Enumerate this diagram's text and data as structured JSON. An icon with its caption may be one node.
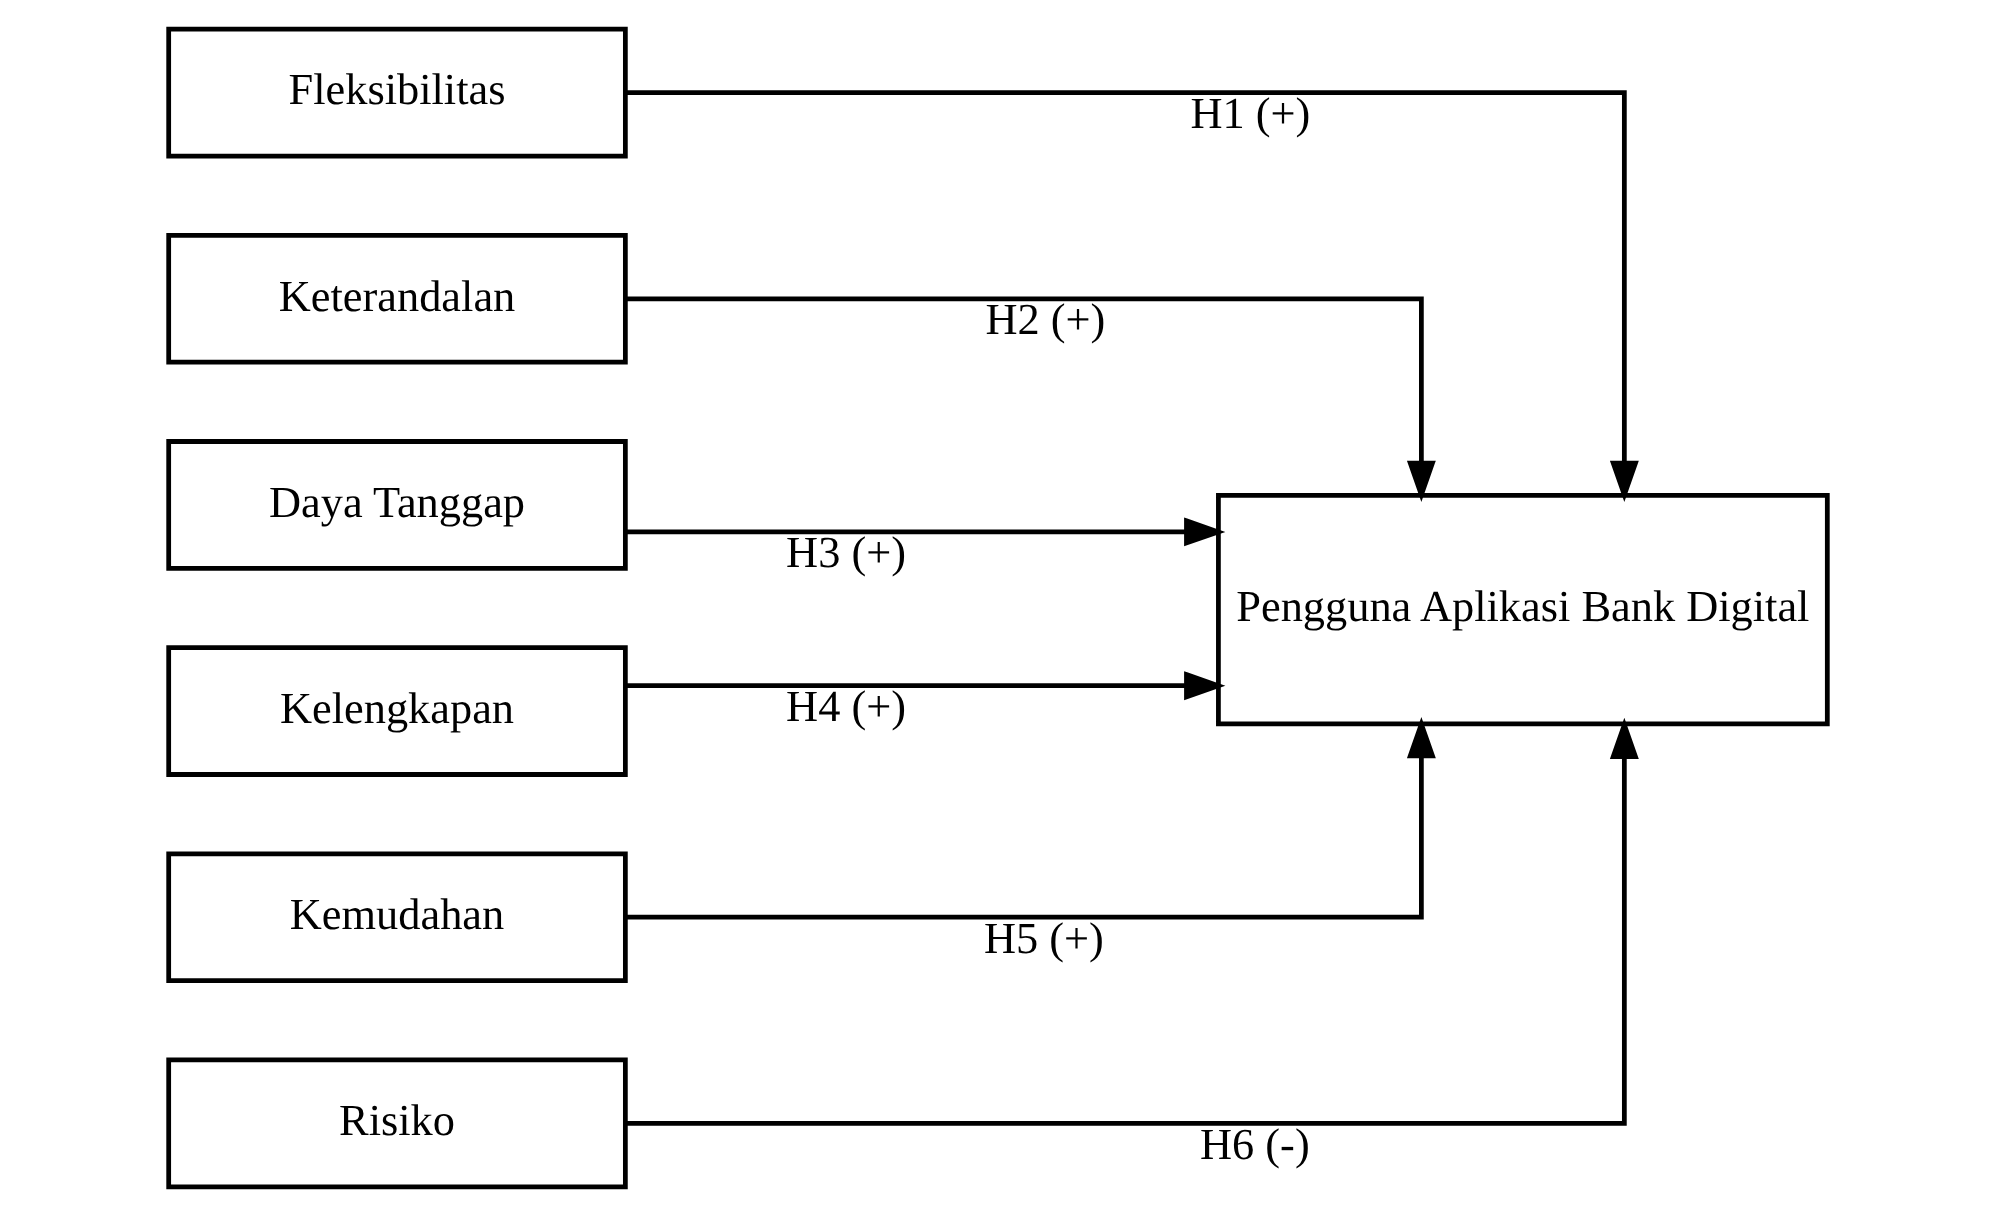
{
  "diagram": {
    "nodes": [
      {
        "text": [
          "Fleksibilitas"
        ]
      },
      {
        "text": [
          "Keterandalan"
        ]
      },
      {
        "text": [
          "Daya Tanggap"
        ]
      },
      {
        "text": [
          "Kelengkapan"
        ]
      },
      {
        "text": [
          "Kemudahan"
        ]
      },
      {
        "text": [
          "Risiko"
        ]
      },
      {
        "text": [
          "Pengguna Aplikasi Bank Digital"
        ]
      }
    ],
    "edges": [
      {
        "from": 0,
        "to": 6,
        "arrow": "to",
        "label": "H1 (+)"
      },
      {
        "from": 1,
        "to": 6,
        "arrow": "to",
        "label": "H2 (+)"
      },
      {
        "from": 2,
        "to": 6,
        "arrow": "to",
        "label": "H3 (+)"
      },
      {
        "from": 3,
        "to": 6,
        "arrow": "to",
        "label": "H4 (+)"
      },
      {
        "from": 4,
        "to": 6,
        "arrow": "to",
        "label": "H5 (+)"
      },
      {
        "from": 5,
        "to": 6,
        "arrow": "to",
        "label": "H6 (-)"
      }
    ]
  }
}
